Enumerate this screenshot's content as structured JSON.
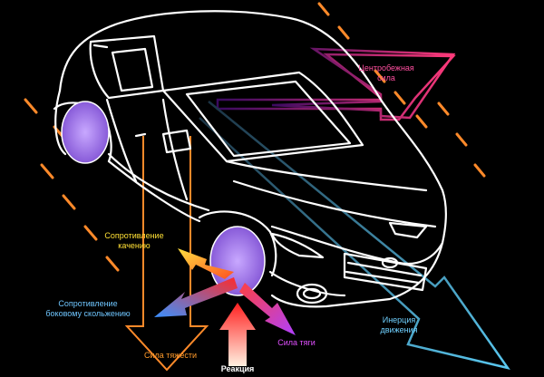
{
  "labels": {
    "centrifugal": "Центробежная\nсила",
    "inertia": "Инерция\nдвижения",
    "rolling": "Сопротивление\nкачению",
    "sideslip": "Сопротивление\nбоковому скольжению",
    "gravity": "Сила тяжести",
    "reaction": "Реакция",
    "traction": "Сила тяги"
  },
  "colors": {
    "background": "#000000",
    "car_outline": "#ffffff",
    "wheel": "#9b6fe0",
    "road_dash": "#ff8a2a",
    "centrifugal": "#e0457f",
    "inertia": "#4aa8d8",
    "rolling": "#ffd020",
    "sideslip": "#4aa0ff",
    "gravity": "#ff8a2a",
    "reaction": "#ff3030",
    "traction": "#c040ff"
  }
}
